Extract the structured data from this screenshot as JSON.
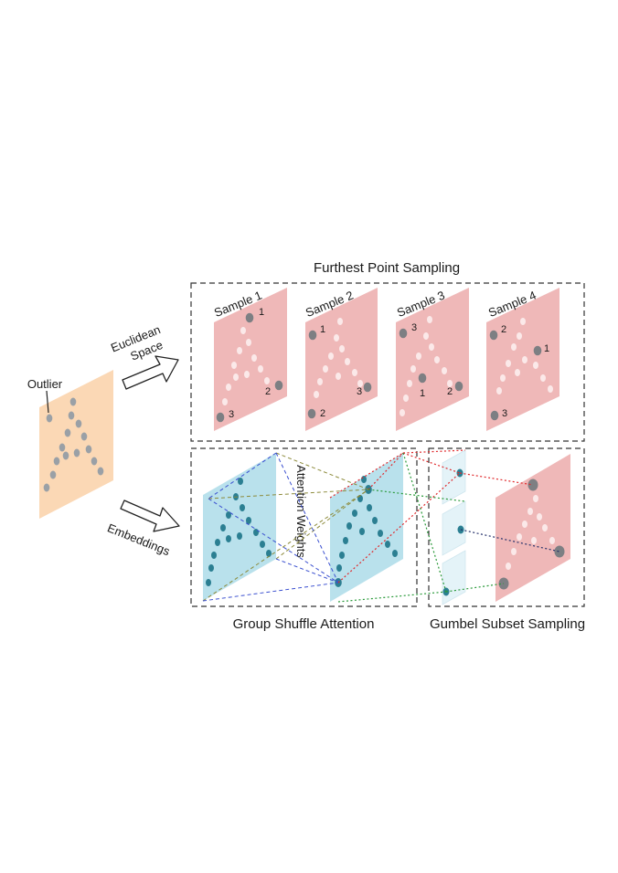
{
  "labels": {
    "furthest_point_sampling": "Furthest Point Sampling",
    "euclidean_line1": "Euclidean",
    "euclidean_line2": "Space",
    "outlier": "Outlier",
    "embeddings": "Embeddings",
    "attention_weights": "Attention Weights",
    "group_shuffle_attention": "Group Shuffle Attention",
    "gumbel_subset_sampling": "Gumbel Subset Sampling"
  },
  "samples": [
    {
      "title": "Sample 1",
      "marks": [
        "1",
        "2",
        "3"
      ]
    },
    {
      "title": "Sample 2",
      "marks": [
        "1",
        "3",
        "2"
      ]
    },
    {
      "title": "Sample 3",
      "marks": [
        "3",
        "1",
        "2"
      ]
    },
    {
      "title": "Sample 4",
      "marks": [
        "2",
        "1",
        "3"
      ]
    }
  ],
  "colors": {
    "input_panel": "#fbd8b5",
    "sample_panel": "#efb8b8",
    "attention_panel": "#b9e1ec",
    "point_gray": "#9aa0a6",
    "point_white": "#fbe9e9",
    "point_teal": "#2b7f92",
    "line_olive": "#8c8a3a",
    "line_blue": "#3a4fd0",
    "line_red": "#e0282b",
    "line_green": "#2a9a3a",
    "line_navy": "#24306a"
  }
}
